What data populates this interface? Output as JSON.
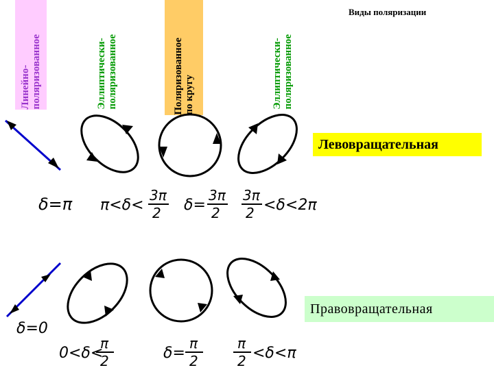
{
  "title": "Виды поляризации",
  "columns": [
    {
      "label": "Линейно-\nполяризованное",
      "color": "#9933cc",
      "bg": "#ffccff"
    },
    {
      "label": "Эллиптически-\nполяризованное",
      "color": "#009900",
      "bg": "#ffffff"
    },
    {
      "label": "Поляризованное\nпо кругу",
      "color": "#000000",
      "bg": "#ffcc66"
    },
    {
      "label": "Эллиптически-\nполяризованное",
      "color": "#009900",
      "bg": "#ffffff"
    }
  ],
  "left_label": "Левовращательная",
  "right_label": "Правовращательная",
  "conditions_top": {
    "c1": "δ=π",
    "c2_left": "π<δ<",
    "c3_left": "δ=",
    "c4_right": "<δ<2π",
    "frac_num": "3π",
    "frac_den": "2"
  },
  "conditions_bottom": {
    "c1": "δ=0",
    "c2_left": "0<δ<",
    "c3_left": "δ=",
    "c4_right": "<δ<π",
    "frac_num": "π",
    "frac_den": "2"
  },
  "colors": {
    "line": "#0000cc",
    "curve": "#000000",
    "left_bg": "#ffff00",
    "right_bg": "#ccffcc"
  }
}
